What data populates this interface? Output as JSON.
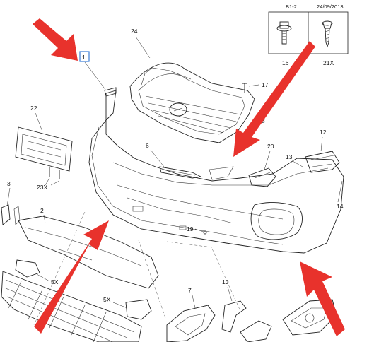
{
  "callouts": {
    "c1": "1",
    "c2": "2",
    "c3": "3",
    "c5x_a": "5X",
    "c5x_b": "5X",
    "c6": "6",
    "c7": "7",
    "c8": "8",
    "c10": "10",
    "c12": "12",
    "c13": "13",
    "c14": "14",
    "c16": "16",
    "c17": "17",
    "c19": "19",
    "c20": "20",
    "c21x": "21X",
    "c22": "22",
    "c23x": "23X",
    "c24": "24"
  },
  "header_box": {
    "col1": "B1-2",
    "col2": "24/09/2013"
  },
  "colors": {
    "arrow": "#e8322c",
    "callout_box": "#3a7bd5",
    "line": "#222222"
  },
  "icons": [
    "red-arrow-icon",
    "bolt-icon",
    "screw-icon"
  ]
}
